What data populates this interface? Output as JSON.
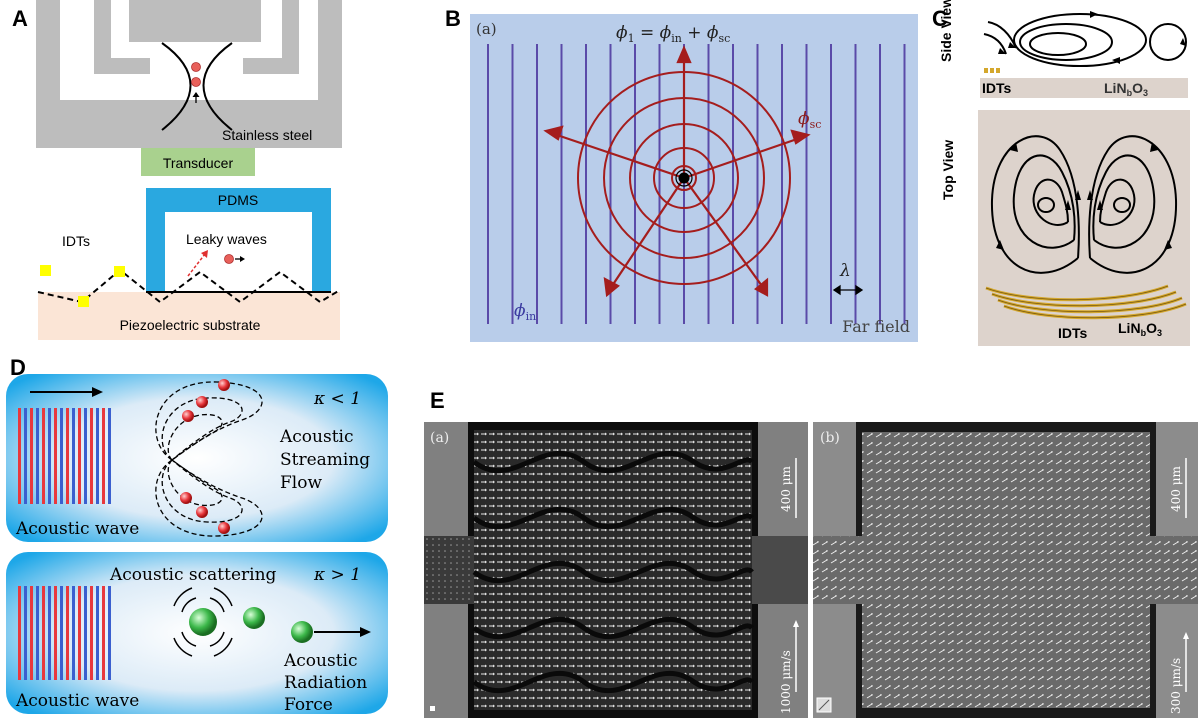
{
  "panels": {
    "a": {
      "letter": "A",
      "stainless_label": "Stainless steel",
      "transducer_label": "Transducer",
      "pdms_label": "PDMS",
      "idts_label": "IDTs",
      "leaky_label": "Leaky waves",
      "substrate_label": "Piezoelectric substrate"
    },
    "b": {
      "letter": "B",
      "sub_label": "(a)",
      "phi1_sym": "ϕ",
      "phi1_sub": "1",
      "phi1_eq": " = ϕ",
      "phi1_in": "in",
      "phi1_plus": " + ϕ",
      "phi1_sc": "sc",
      "phisc_sym": "ϕ",
      "phisc_sub": "sc",
      "phiin_sym": "ϕ",
      "phiin_sub": "in",
      "lambda": "λ",
      "far_field": "Far field"
    },
    "c": {
      "letter": "C",
      "side_view": "Side View",
      "top_view": "Top View",
      "idts_side": "IDTs",
      "linbo_side_main": "LiN",
      "linbo_side_b": "b",
      "linbo_side_o": "O",
      "linbo_side_3": "3",
      "idts_top": "IDTs",
      "linbo_top_main": "LiN",
      "linbo_top_b": "b",
      "linbo_top_o": "O",
      "linbo_top_3": "3"
    },
    "d": {
      "letter": "D",
      "kappa_lt": "κ < 1",
      "kappa_gt": "κ > 1",
      "streaming_1": "Acoustic",
      "streaming_2": "Streaming",
      "streaming_3": "Flow",
      "wave_1": "Acoustic wave",
      "scattering": "Acoustic scattering",
      "radiation_1": "Acoustic",
      "radiation_2": "Radiation",
      "radiation_3": "Force",
      "wave_2": "Acoustic wave"
    },
    "e": {
      "letter": "E",
      "sub_a": "(a)",
      "sub_b": "(b)",
      "scale_a_len": "400 μm",
      "scale_a_vel": "1000 μm/s",
      "scale_b_len": "400 μm",
      "scale_b_vel": "300 μm/s"
    }
  },
  "colors": {
    "steel": "#bdbdbd",
    "transducer": "#a9d18e",
    "pdms": "#2aa8e0",
    "substrate": "#fbe5d6",
    "idt_yellow": "#ffff00",
    "particle": "#e8605a",
    "b_background": "#b9cdea",
    "b_lines": "#5a4aa8",
    "b_circles": "#a51d1d",
    "c_background": "#ddd3cc",
    "c_idts": "#d4a72c",
    "d_blue": "#1ea7e8",
    "d_red_particle": "#e8383d",
    "d_green_particle": "#3cb84a"
  }
}
